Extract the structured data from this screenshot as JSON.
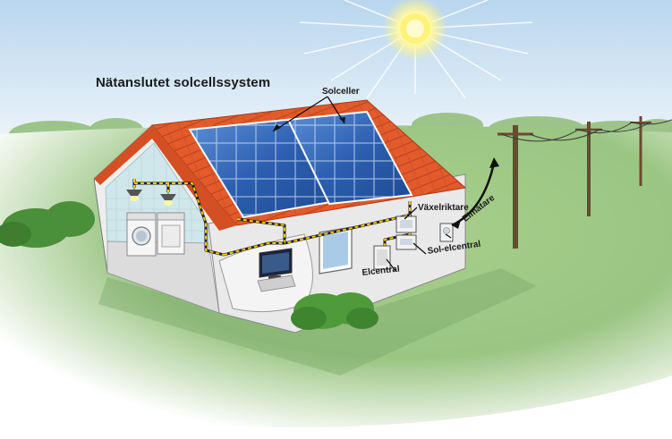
{
  "title": "Nätanslutet solcellssystem",
  "labels": {
    "solceller": "Solceller",
    "vaxelriktare": "Växelriktare",
    "elmatare": "Elmätare",
    "sol_elcentral": "Sol-elcentral",
    "elcentral": "Elcentral"
  },
  "colors": {
    "sky": "#cfe3f3",
    "grass": "#8fc07a",
    "roof": "#e5582a",
    "solar_panel": "#2a5aa8",
    "wall": "#e8e8e8",
    "cable_yellow": "#f2c500",
    "sun": "#fff27a"
  }
}
